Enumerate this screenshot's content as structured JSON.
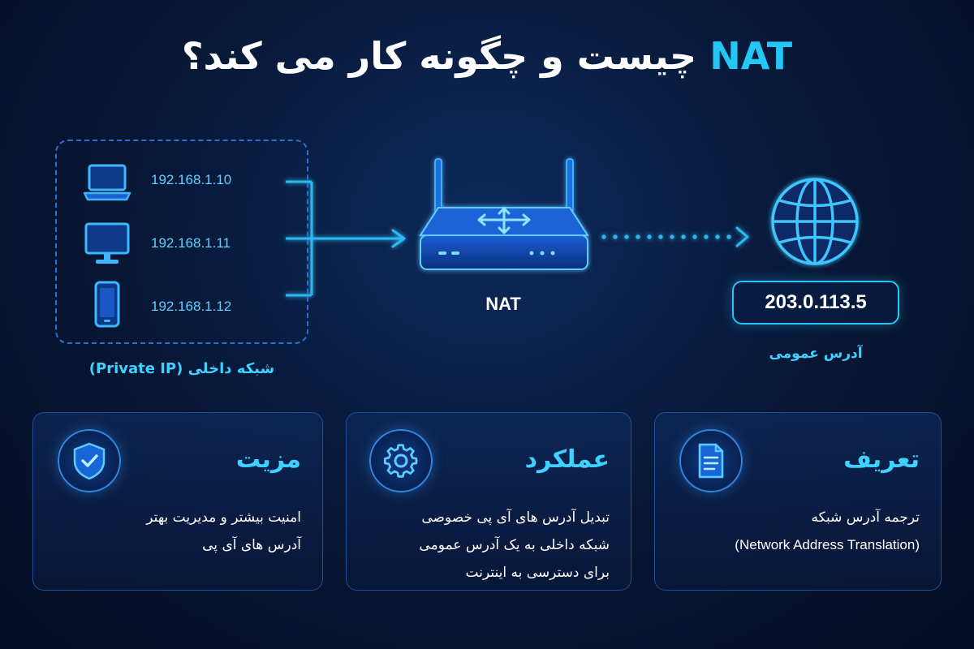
{
  "title": {
    "accent": "NAT",
    "rest": "چیست و چگونه کار می کند؟"
  },
  "network": {
    "devices": [
      {
        "icon": "laptop-icon",
        "ip": "192.168.1.10"
      },
      {
        "icon": "desktop-icon",
        "ip": "192.168.1.11"
      },
      {
        "icon": "phone-icon",
        "ip": "192.168.1.12"
      }
    ],
    "lan_label": "شبکه داخلی (Private IP)",
    "nat_label": "NAT",
    "public_ip": "203.0.113.5",
    "public_label": "آدرس عمومی"
  },
  "cards": {
    "definition": {
      "icon": "document-icon",
      "title": "تعریف",
      "lines": [
        "ترجمه آدرس شبکه",
        "(Network Address Translation)"
      ]
    },
    "function": {
      "icon": "gear-icon",
      "title": "عملکرد",
      "lines": [
        "تبدیل آدرس های آی پی خصوصی",
        "شبکه داخلی به یک آدرس عمومی",
        "برای دسترسی به اینترنت"
      ]
    },
    "benefit": {
      "icon": "shield-check-icon",
      "title": "مزیت",
      "lines": [
        "امنیت بیشتر و مدیریت بهتر",
        "آدرس های آی پی"
      ]
    }
  },
  "colors": {
    "accent": "#22c8f5",
    "line": "#2fb8f0",
    "background": "#071633"
  }
}
